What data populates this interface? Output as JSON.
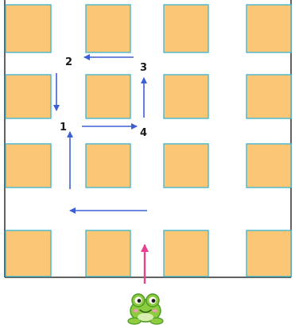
{
  "colors": {
    "block_fill": "#fbc776",
    "block_stroke": "#46b7d0",
    "frame_stroke": "#2f2f2f",
    "path_arrow": "#3d5fd4",
    "start_arrow": "#e83f8e",
    "frog_body": "#8ccc3e",
    "frog_dark": "#4f9a28"
  },
  "grid": {
    "rows": 4,
    "cols": 4
  },
  "markers": [
    {
      "id": "1",
      "label": "1"
    },
    {
      "id": "2",
      "label": "2"
    },
    {
      "id": "3",
      "label": "3"
    },
    {
      "id": "4",
      "label": "4"
    }
  ],
  "path_arrows": [
    {
      "name": "arrow-bottom-leftward"
    },
    {
      "name": "arrow-up-to-1"
    },
    {
      "name": "arrow-1-to-4"
    },
    {
      "name": "arrow-4-to-3"
    },
    {
      "name": "arrow-3-to-2"
    },
    {
      "name": "arrow-2-to-1"
    }
  ],
  "character": {
    "icon": "frog-icon"
  }
}
